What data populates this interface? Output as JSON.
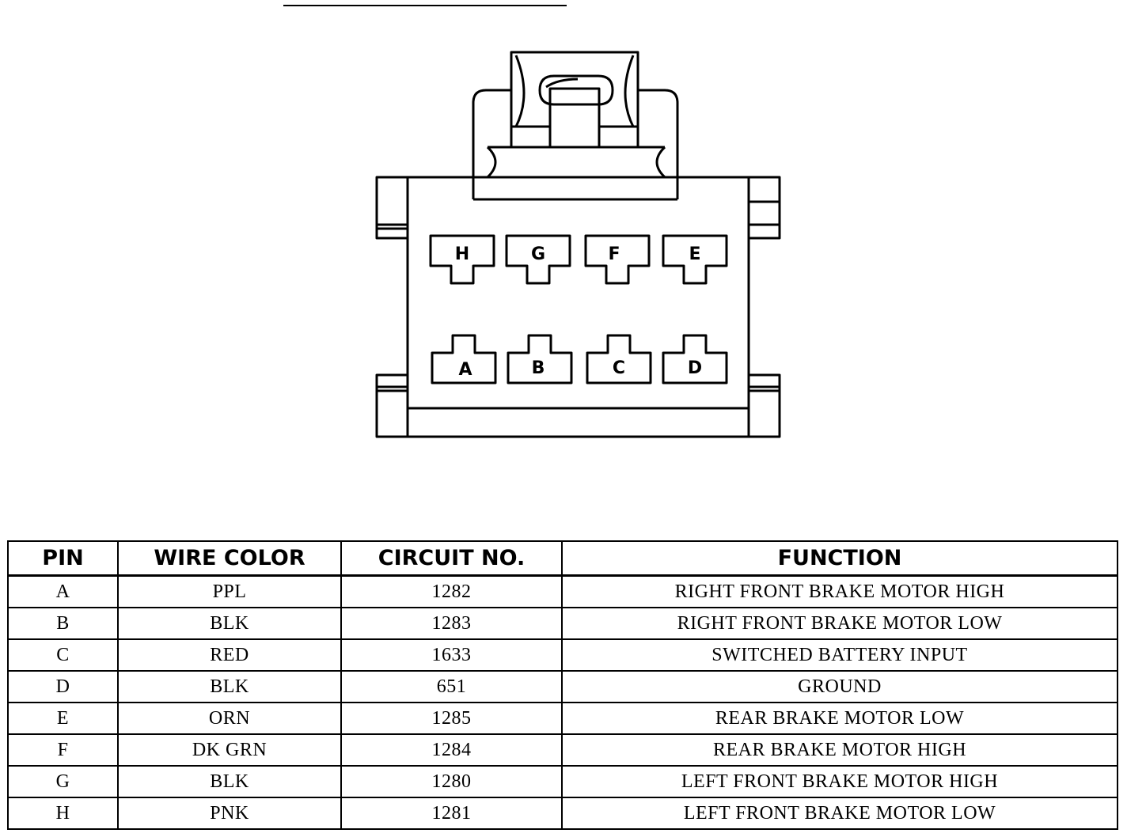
{
  "connector": {
    "top_row_pins": [
      "H",
      "G",
      "F",
      "E"
    ],
    "bottom_row_pins": [
      "A",
      "B",
      "C",
      "D"
    ]
  },
  "table": {
    "headers": {
      "pin": "PIN",
      "wire_color": "WIRE COLOR",
      "circuit_no": "CIRCUIT NO.",
      "function": "FUNCTION"
    },
    "rows": [
      {
        "pin": "A",
        "wire_color": "PPL",
        "circuit_no": "1282",
        "function": "RIGHT FRONT BRAKE MOTOR HIGH"
      },
      {
        "pin": "B",
        "wire_color": "BLK",
        "circuit_no": "1283",
        "function": "RIGHT FRONT BRAKE MOTOR LOW"
      },
      {
        "pin": "C",
        "wire_color": "RED",
        "circuit_no": "1633",
        "function": "SWITCHED BATTERY INPUT"
      },
      {
        "pin": "D",
        "wire_color": "BLK",
        "circuit_no": "651",
        "function": "GROUND"
      },
      {
        "pin": "E",
        "wire_color": "ORN",
        "circuit_no": "1285",
        "function": "REAR BRAKE MOTOR LOW"
      },
      {
        "pin": "F",
        "wire_color": "DK GRN",
        "circuit_no": "1284",
        "function": "REAR BRAKE MOTOR HIGH"
      },
      {
        "pin": "G",
        "wire_color": "BLK",
        "circuit_no": "1280",
        "function": "LEFT FRONT BRAKE MOTOR HIGH"
      },
      {
        "pin": "H",
        "wire_color": "PNK",
        "circuit_no": "1281",
        "function": "LEFT FRONT BRAKE MOTOR LOW"
      }
    ]
  }
}
